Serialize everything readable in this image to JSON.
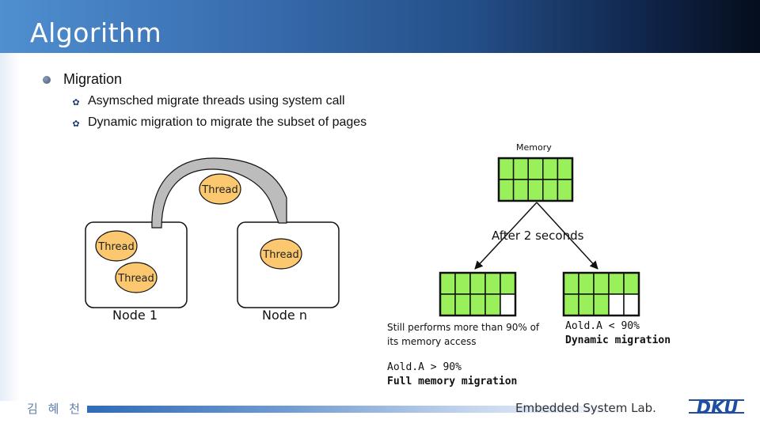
{
  "title": "Algorithm",
  "bullets": {
    "main": "Migration",
    "sub": [
      "Asymsched migrate threads using system call",
      "Dynamic migration to migrate the subset of pages"
    ]
  },
  "diagram": {
    "memory_label": "Memory",
    "thread_label": "Thread",
    "node1_label": "Node 1",
    "noden_label": "Node n",
    "after_label": "After 2 seconds",
    "left_caption_1": "Still performs more than 90% of",
    "left_caption_2": "its memory access",
    "right_caption_1": "Aold.A < 90%",
    "right_caption_2": "Dynamic migration",
    "bottom_caption_1": "Aold.A > 90%",
    "bottom_caption_2": "Full memory migration",
    "colors": {
      "memory_cell": "#99f05a",
      "thread_fill": "#fbc870",
      "node_border": "#111111"
    }
  },
  "footer": {
    "author": "김 혜 천",
    "lab": "Embedded System Lab.",
    "logo_text": "DKU"
  }
}
